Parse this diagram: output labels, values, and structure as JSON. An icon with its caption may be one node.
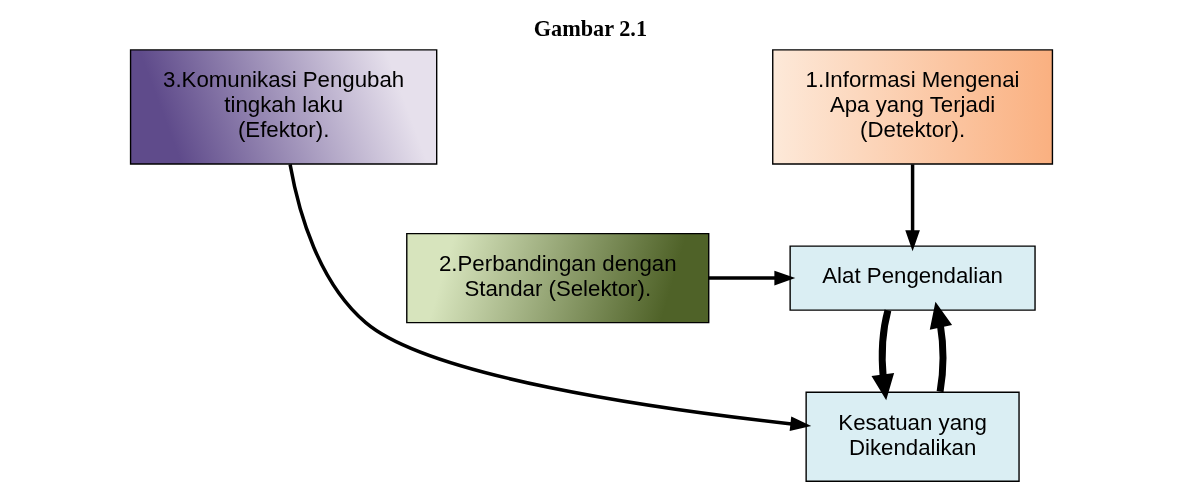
{
  "diagram": {
    "title": "Gambar 2.1",
    "nodes": [
      {
        "text": [
          "Alat Pengendalian"
        ]
      },
      {
        "text": [
          "2.Perbandingan dengan Standar (Selektor)."
        ]
      },
      {
        "text": [
          "1.Informasi Mengenai Apa yang Terjadi (Detektor)."
        ]
      },
      {
        "text": [
          "3.Komunikasi Pengubah tingkah laku (Efektor)."
        ]
      },
      {
        "text": [
          "Kesatuan yang Dikendalikan"
        ]
      }
    ],
    "edges": [
      {
        "from": 1,
        "to": 0,
        "arrow": "to"
      },
      {
        "from": 4,
        "to": 0,
        "arrow": "to",
        "style": "thick"
      },
      {
        "from": 0,
        "to": 4,
        "arrow": "to",
        "style": "thick"
      },
      {
        "from": 2,
        "to": 0,
        "arrow": "to"
      },
      {
        "from": 3,
        "to": 4,
        "arrow": "to"
      }
    ]
  }
}
